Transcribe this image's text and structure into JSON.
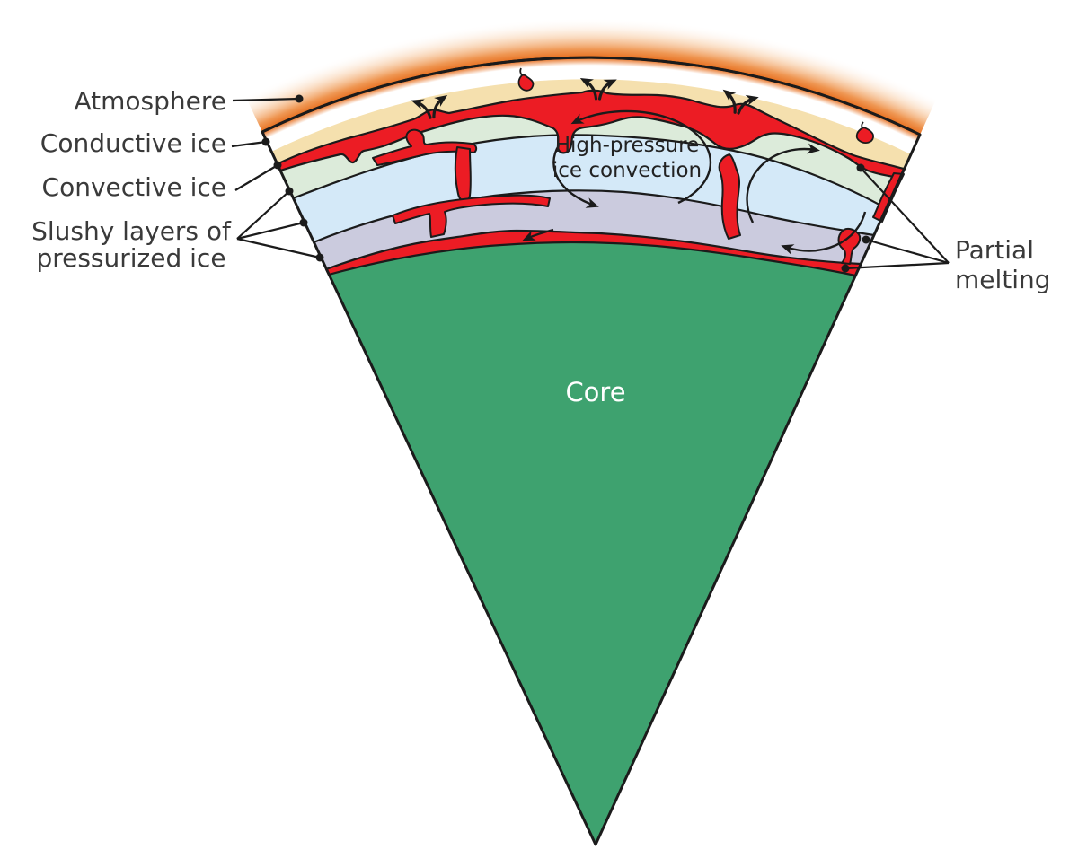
{
  "figure": {
    "subject": "Cross-section wedge diagram of an icy planet interior",
    "layers_top_to_bottom": [
      "Atmosphere",
      "Conductive ice",
      "Convective ice",
      "Slushy layers of pressurized ice",
      "High-pressure ice",
      "Core"
    ]
  },
  "labels": {
    "atmosphere": "Atmosphere",
    "conductive_ice": "Conductive ice",
    "convective_ice": "Convective ice",
    "slushy_line1": "Slushy layers of",
    "slushy_line2": "pressurized ice",
    "convection_line1": "High-pressure",
    "convection_line2": "ice convection",
    "core": "Core",
    "partial_line1": "Partial",
    "partial_line2": "melting"
  },
  "colors": {
    "atmosphere_glow": "#E8711F",
    "conductive_ice": "#F5E0AE",
    "convective_ice": "#DCEBDA",
    "high_pressure_ice": "#D4E9F8",
    "deep_pressurized_ice": "#CBCBDE",
    "slush": "#EC1C24",
    "core": "#3EA26F",
    "outline": "#1B1B1B",
    "label_text": "#3A3A3A",
    "core_label_text": "#FFFFFF"
  }
}
